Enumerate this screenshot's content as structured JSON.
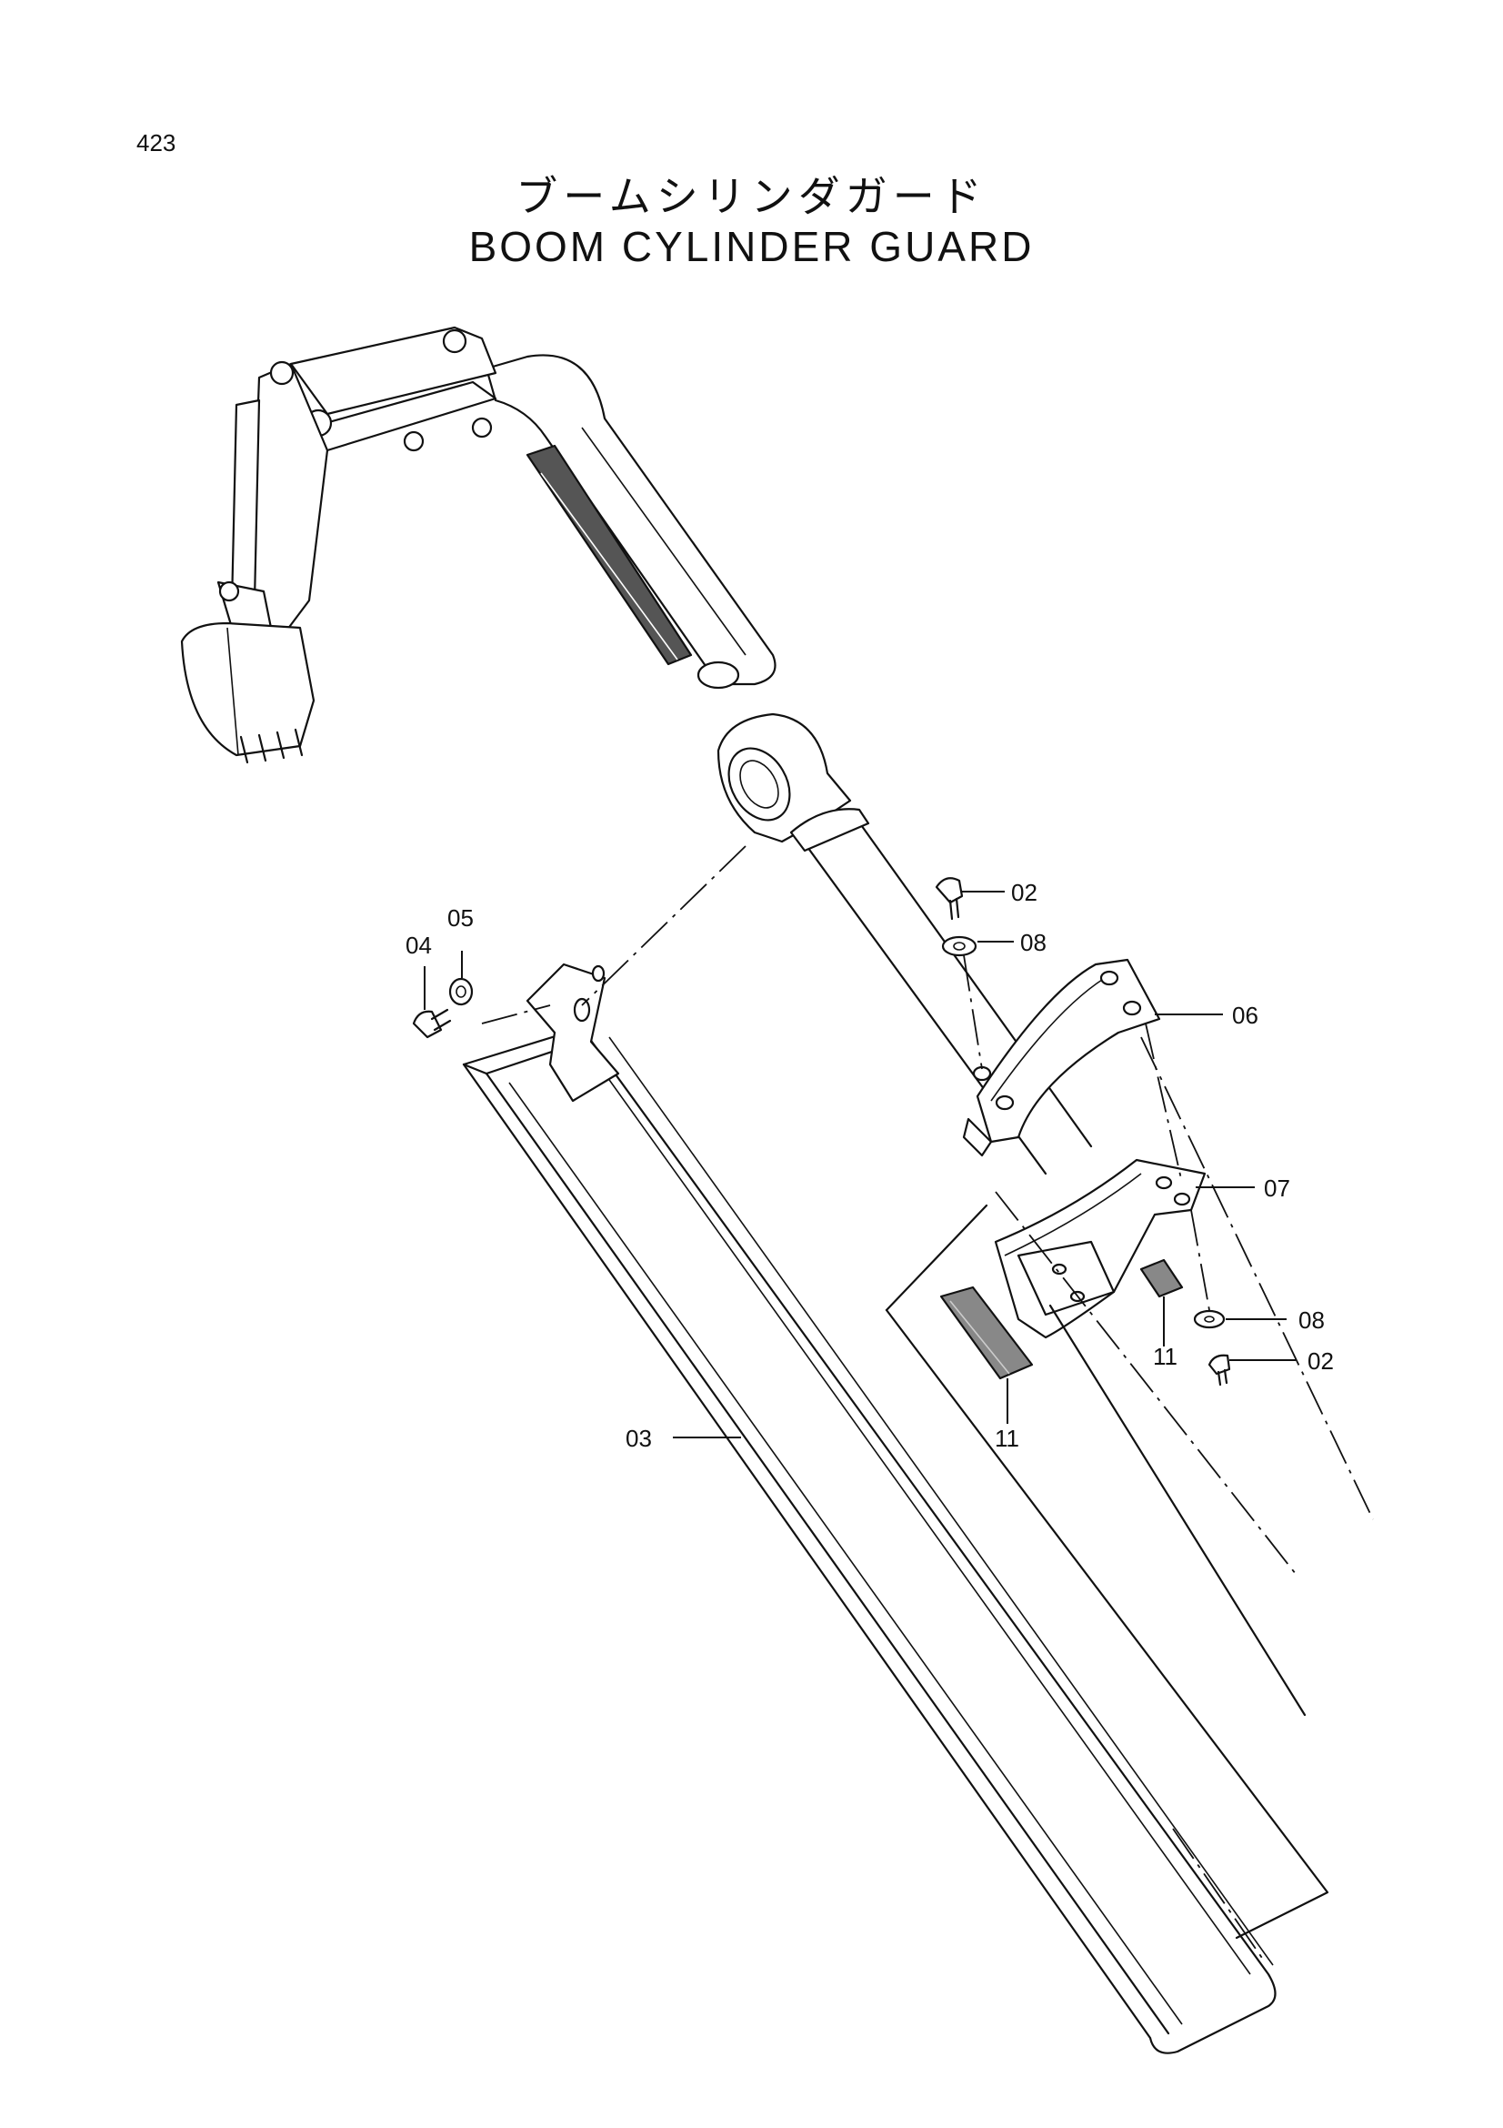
{
  "page": {
    "number": "423"
  },
  "title": {
    "japanese": "ブームシリンダガード",
    "english": "BOOM CYLINDER GUARD"
  },
  "callouts": {
    "p02_top": "02",
    "p08_top": "08",
    "p05": "05",
    "p04": "04",
    "p06": "06",
    "p07": "07",
    "p08_bottom": "08",
    "p02_bottom": "02",
    "p11_right": "11",
    "p11_left": "11",
    "p03": "03"
  }
}
